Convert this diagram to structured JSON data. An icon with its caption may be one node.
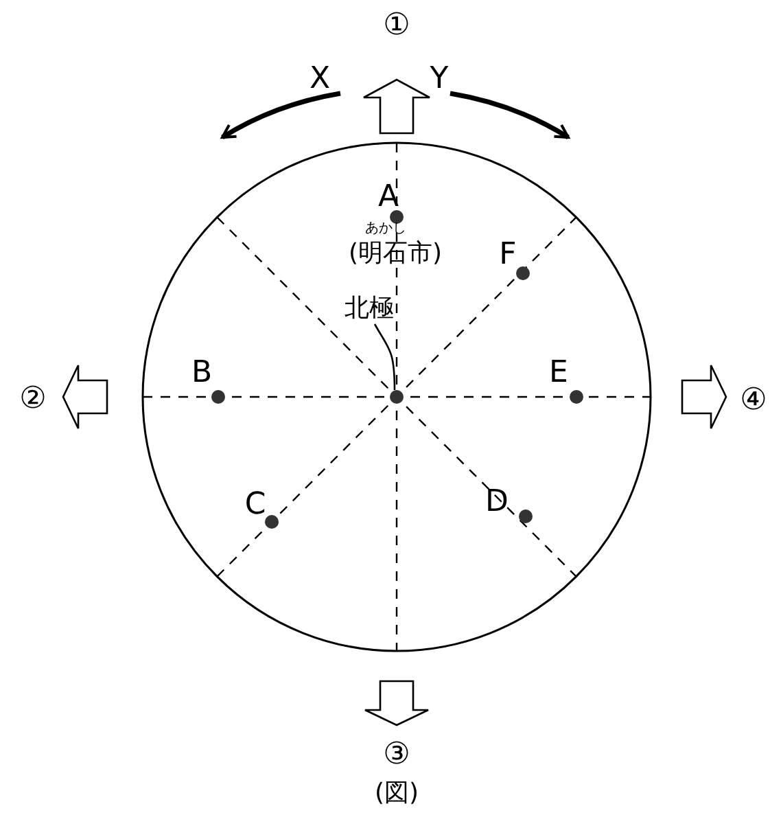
{
  "diagram": {
    "caption": "(図)",
    "nodes": [
      {
        "text": [
          "北極"
        ]
      },
      {
        "text": [],
        "shape": "circle"
      }
    ],
    "edges": [
      {
        "from": 0,
        "to": 1,
        "arrow": "none"
      }
    ],
    "labels": [
      "①",
      "X",
      "Y",
      "A",
      "あかし",
      "(明石市)",
      "F",
      "②",
      "B",
      "E",
      "④",
      "C",
      "D",
      "③"
    ]
  }
}
